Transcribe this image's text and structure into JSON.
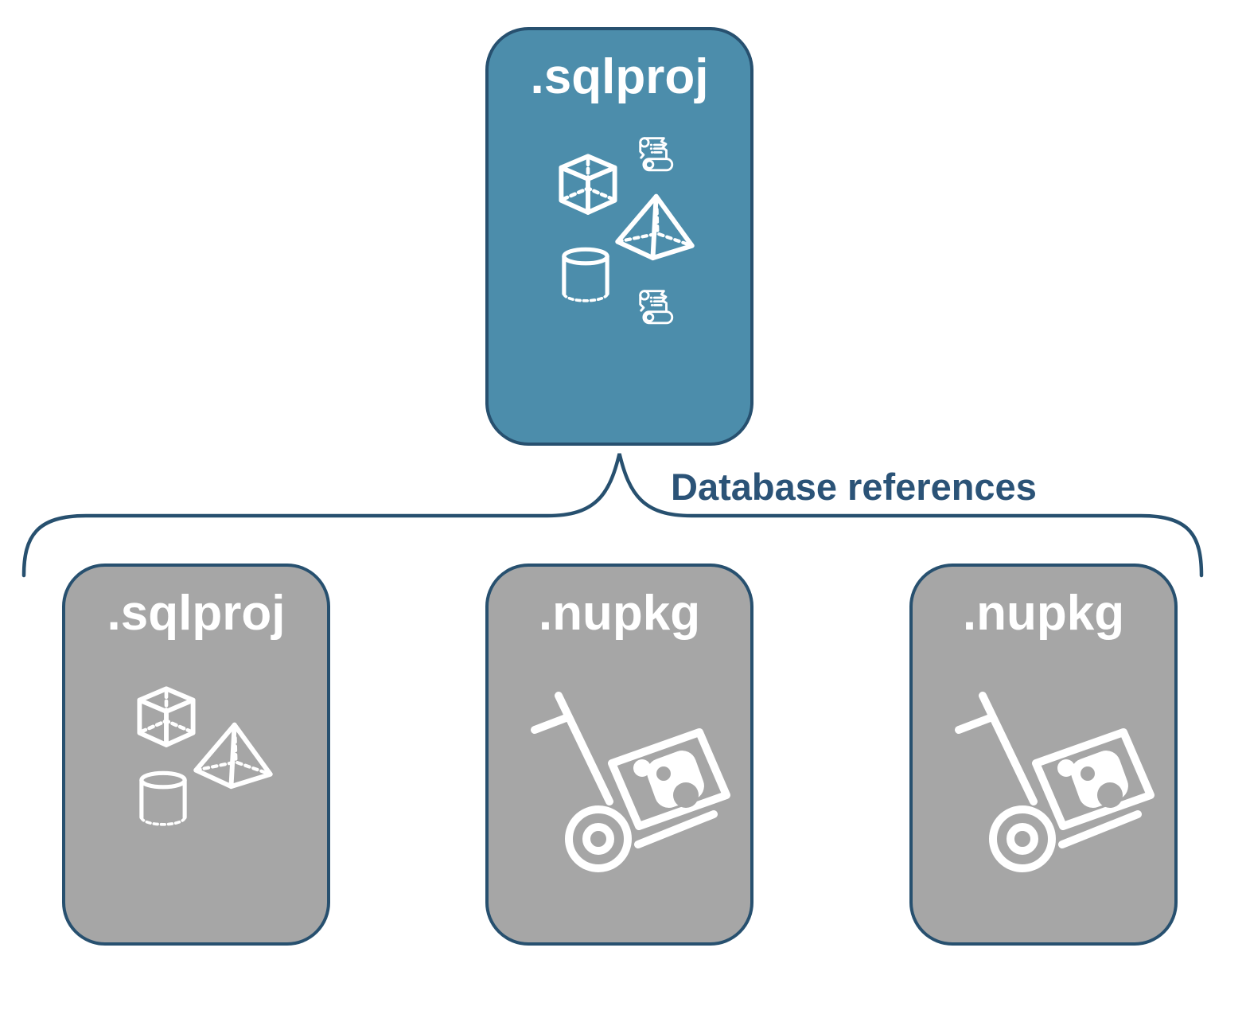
{
  "diagram": {
    "root_node": {
      "label": ".sqlproj",
      "icons": [
        "cube-icon",
        "scroll-icon",
        "pyramid-icon",
        "cylinder-icon",
        "scroll-icon"
      ]
    },
    "connector": {
      "label": "Database references"
    },
    "child_nodes": [
      {
        "label": ".sqlproj",
        "icons": [
          "cube-icon",
          "pyramid-icon",
          "cylinder-icon"
        ]
      },
      {
        "label": ".nupkg",
        "icons": [
          "nuget-dolly-icon"
        ]
      },
      {
        "label": ".nupkg",
        "icons": [
          "nuget-dolly-icon"
        ]
      }
    ],
    "colors": {
      "root_fill": "#4c8dab",
      "child_fill": "#a6a6a6",
      "outline": "#27506f",
      "label_text": "#2b5377",
      "icon_stroke": "#ffffff"
    }
  }
}
